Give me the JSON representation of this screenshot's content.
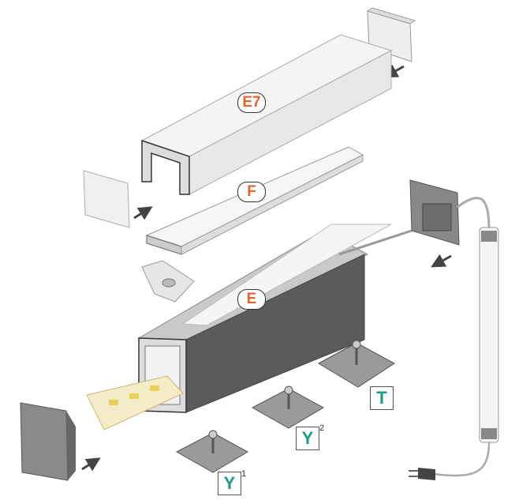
{
  "labels": {
    "cover": "E7",
    "diffuser": "F",
    "profile": "E",
    "bracket_t": "T",
    "bracket_y2": "Y",
    "bracket_y2_sup": "2",
    "bracket_y1": "Y",
    "bracket_y1_sup": "1"
  },
  "colors": {
    "label_orange": "#e8612c",
    "label_teal": "#1a9e88"
  }
}
